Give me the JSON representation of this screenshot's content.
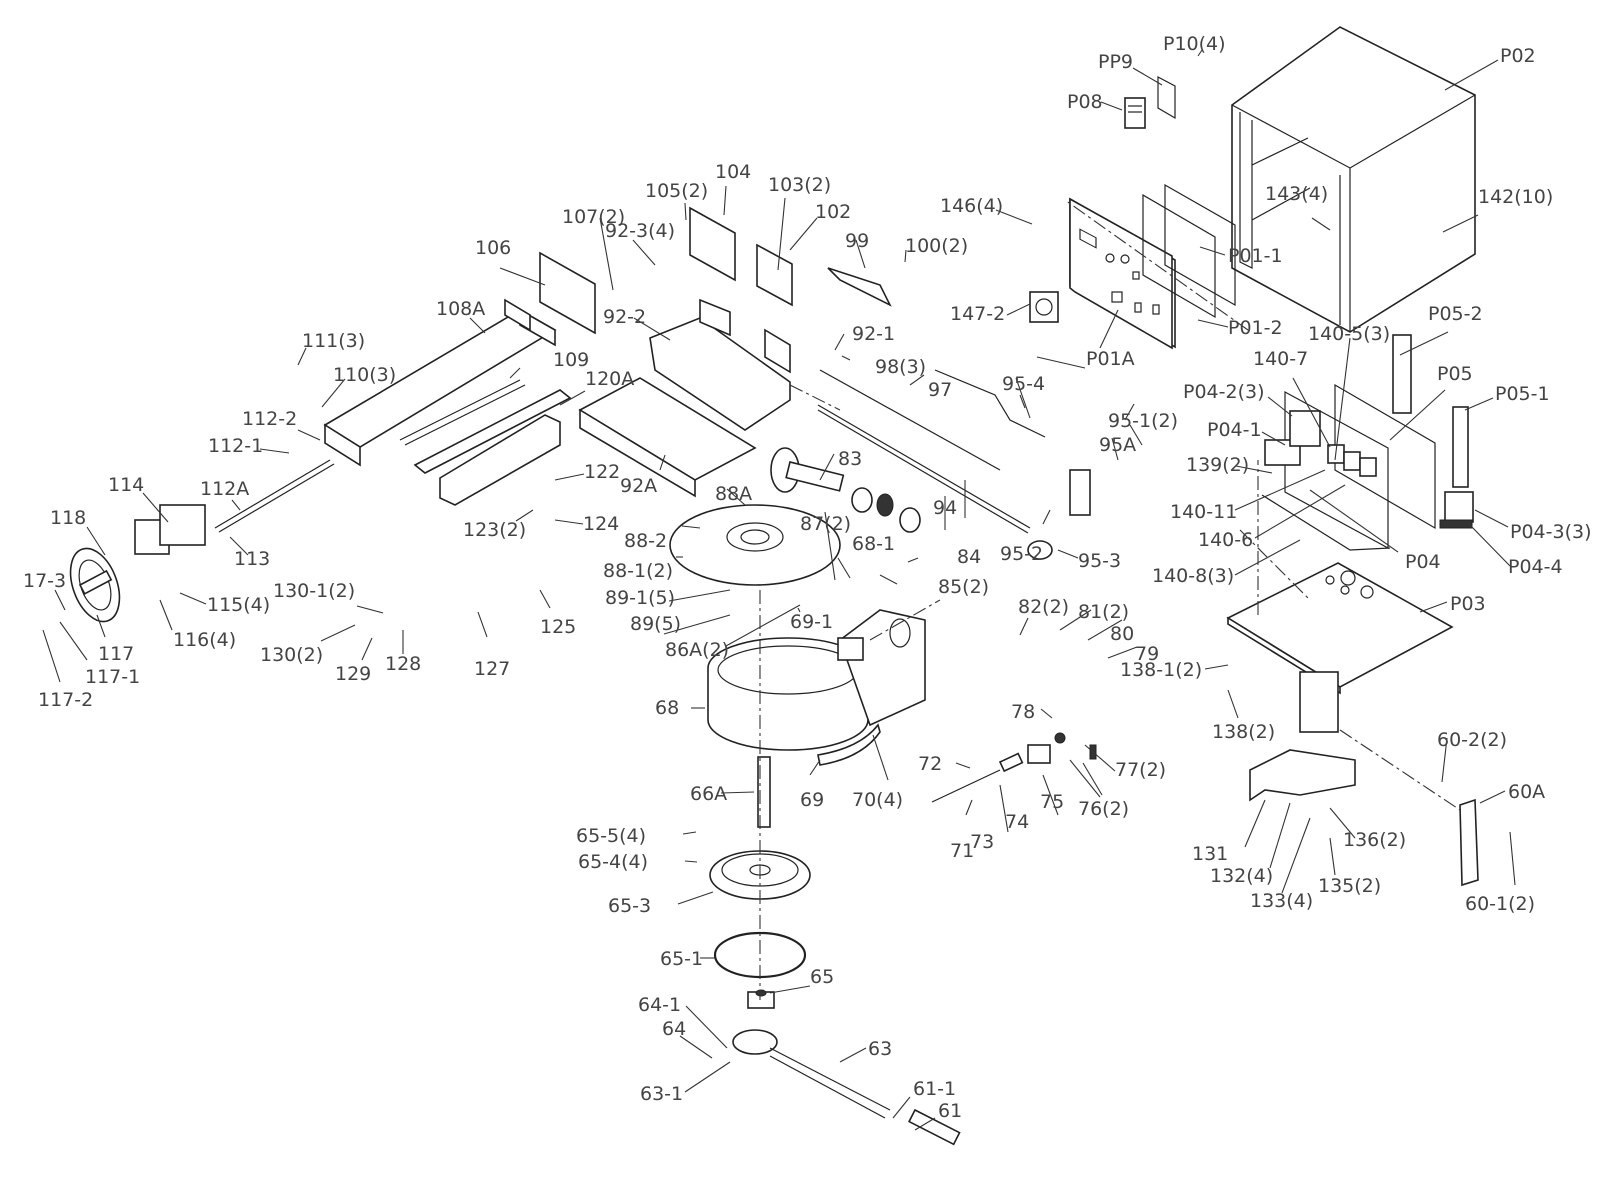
{
  "diagram": {
    "type": "exploded-parts-view",
    "callouts": [
      {
        "id": "c-P02",
        "label": "P02"
      },
      {
        "id": "c-P10",
        "label": "P10(4)"
      },
      {
        "id": "c-PP9",
        "label": "PP9"
      },
      {
        "id": "c-P08",
        "label": "P08"
      },
      {
        "id": "c-146",
        "label": "146(4)"
      },
      {
        "id": "c-143",
        "label": "143(4)"
      },
      {
        "id": "c-142",
        "label": "142(10)"
      },
      {
        "id": "c-P01-1",
        "label": "P01-1"
      },
      {
        "id": "c-P01-2",
        "label": "P01-2"
      },
      {
        "id": "c-P01A",
        "label": "P01A"
      },
      {
        "id": "c-147-2",
        "label": "147-2"
      },
      {
        "id": "c-P05-2",
        "label": "P05-2"
      },
      {
        "id": "c-140-5",
        "label": "140-5(3)"
      },
      {
        "id": "c-140-7",
        "label": "140-7"
      },
      {
        "id": "c-P05",
        "label": "P05"
      },
      {
        "id": "c-P05-1",
        "label": "P05-1"
      },
      {
        "id": "c-P04-2",
        "label": "P04-2(3)"
      },
      {
        "id": "c-P04-1",
        "label": "P04-1"
      },
      {
        "id": "c-139",
        "label": "139(2)"
      },
      {
        "id": "c-140-11",
        "label": "140-11"
      },
      {
        "id": "c-140-6",
        "label": "140-6"
      },
      {
        "id": "c-140-8",
        "label": "140-8(3)"
      },
      {
        "id": "c-P04",
        "label": "P04"
      },
      {
        "id": "c-P04-3",
        "label": "P04-3(3)"
      },
      {
        "id": "c-P04-4",
        "label": "P04-4"
      },
      {
        "id": "c-P03",
        "label": "P03"
      },
      {
        "id": "c-138-1",
        "label": "138-1(2)"
      },
      {
        "id": "c-138",
        "label": "138(2)"
      },
      {
        "id": "c-60-2",
        "label": "60-2(2)"
      },
      {
        "id": "c-60A",
        "label": "60A"
      },
      {
        "id": "c-60-1",
        "label": "60-1(2)"
      },
      {
        "id": "c-131",
        "label": "131"
      },
      {
        "id": "c-132",
        "label": "132(4)"
      },
      {
        "id": "c-133",
        "label": "133(4)"
      },
      {
        "id": "c-135",
        "label": "135(2)"
      },
      {
        "id": "c-136",
        "label": "136(2)"
      },
      {
        "id": "c-107",
        "label": "107(2)"
      },
      {
        "id": "c-106",
        "label": "106"
      },
      {
        "id": "c-108A",
        "label": "108A"
      },
      {
        "id": "c-105",
        "label": "105(2)"
      },
      {
        "id": "c-104",
        "label": "104"
      },
      {
        "id": "c-103",
        "label": "103(2)"
      },
      {
        "id": "c-102",
        "label": "102"
      },
      {
        "id": "c-99",
        "label": "99"
      },
      {
        "id": "c-100",
        "label": "100(2)"
      },
      {
        "id": "c-92-3",
        "label": "92-3(4)"
      },
      {
        "id": "c-92-2",
        "label": "92-2"
      },
      {
        "id": "c-92-1",
        "label": "92-1"
      },
      {
        "id": "c-98",
        "label": "98(3)"
      },
      {
        "id": "c-97",
        "label": "97"
      },
      {
        "id": "c-95-4",
        "label": "95-4"
      },
      {
        "id": "c-95-1",
        "label": "95-1(2)"
      },
      {
        "id": "c-95A",
        "label": "95A"
      },
      {
        "id": "c-95-2",
        "label": "95-2"
      },
      {
        "id": "c-95-3",
        "label": "95-3"
      },
      {
        "id": "c-94",
        "label": "94"
      },
      {
        "id": "c-109",
        "label": "109"
      },
      {
        "id": "c-120A",
        "label": "120A"
      },
      {
        "id": "c-92A",
        "label": "92A"
      },
      {
        "id": "c-111",
        "label": "111(3)"
      },
      {
        "id": "c-110",
        "label": "110(3)"
      },
      {
        "id": "c-112-2",
        "label": "112-2"
      },
      {
        "id": "c-112-1",
        "label": "112-1"
      },
      {
        "id": "c-112A",
        "label": "112A"
      },
      {
        "id": "c-114",
        "label": "114"
      },
      {
        "id": "c-113",
        "label": "113"
      },
      {
        "id": "c-118",
        "label": "118"
      },
      {
        "id": "c-17-3",
        "label": "17-3"
      },
      {
        "id": "c-117",
        "label": "117"
      },
      {
        "id": "c-117-1",
        "label": "117-1"
      },
      {
        "id": "c-117-2",
        "label": "117-2"
      },
      {
        "id": "c-115",
        "label": "115(4)"
      },
      {
        "id": "c-116",
        "label": "116(4)"
      },
      {
        "id": "c-130-1",
        "label": "130-1(2)"
      },
      {
        "id": "c-130",
        "label": "130(2)"
      },
      {
        "id": "c-129",
        "label": "129"
      },
      {
        "id": "c-128",
        "label": "128"
      },
      {
        "id": "c-122",
        "label": "122"
      },
      {
        "id": "c-123",
        "label": "123(2)"
      },
      {
        "id": "c-124",
        "label": "124"
      },
      {
        "id": "c-125",
        "label": "125"
      },
      {
        "id": "c-127",
        "label": "127"
      },
      {
        "id": "c-83",
        "label": "83"
      },
      {
        "id": "c-88A",
        "label": "88A"
      },
      {
        "id": "c-88-2",
        "label": "88-2"
      },
      {
        "id": "c-88-1",
        "label": "88-1(2)"
      },
      {
        "id": "c-89-1",
        "label": "89-1(5)"
      },
      {
        "id": "c-89",
        "label": "89(5)"
      },
      {
        "id": "c-86A",
        "label": "86A(2)"
      },
      {
        "id": "c-87",
        "label": "87(2)"
      },
      {
        "id": "c-68-1",
        "label": "68-1"
      },
      {
        "id": "c-69-1",
        "label": "69-1"
      },
      {
        "id": "c-84",
        "label": "84"
      },
      {
        "id": "c-85",
        "label": "85(2)"
      },
      {
        "id": "c-82",
        "label": "82(2)"
      },
      {
        "id": "c-81",
        "label": "81(2)"
      },
      {
        "id": "c-80",
        "label": "80"
      },
      {
        "id": "c-79",
        "label": "79"
      },
      {
        "id": "c-68",
        "label": "68"
      },
      {
        "id": "c-69",
        "label": "69"
      },
      {
        "id": "c-70",
        "label": "70(4)"
      },
      {
        "id": "c-78",
        "label": "78"
      },
      {
        "id": "c-77",
        "label": "77(2)"
      },
      {
        "id": "c-76",
        "label": "76(2)"
      },
      {
        "id": "c-75",
        "label": "75"
      },
      {
        "id": "c-74",
        "label": "74"
      },
      {
        "id": "c-73",
        "label": "73"
      },
      {
        "id": "c-72",
        "label": "72"
      },
      {
        "id": "c-71",
        "label": "71"
      },
      {
        "id": "c-66A",
        "label": "66A"
      },
      {
        "id": "c-65-5",
        "label": "65-5(4)"
      },
      {
        "id": "c-65-4",
        "label": "65-4(4)"
      },
      {
        "id": "c-65-3",
        "label": "65-3"
      },
      {
        "id": "c-65-1",
        "label": "65-1"
      },
      {
        "id": "c-65",
        "label": "65"
      },
      {
        "id": "c-64-1",
        "label": "64-1"
      },
      {
        "id": "c-64",
        "label": "64"
      },
      {
        "id": "c-63",
        "label": "63"
      },
      {
        "id": "c-63-1",
        "label": "63-1"
      },
      {
        "id": "c-61-1",
        "label": "61-1"
      },
      {
        "id": "c-61",
        "label": "61"
      }
    ]
  }
}
